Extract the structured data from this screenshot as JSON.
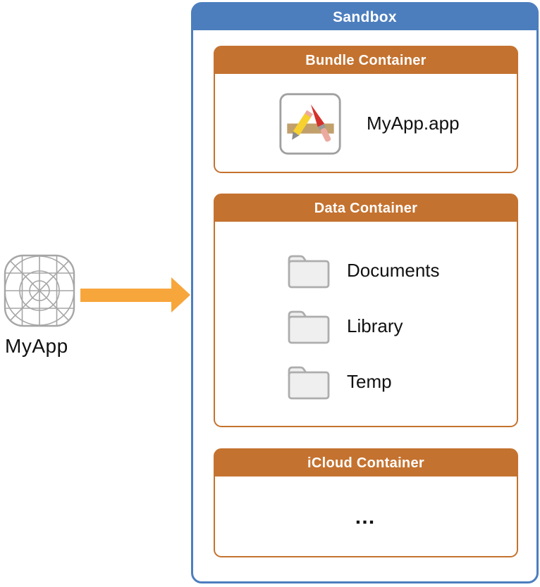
{
  "diagram": {
    "colors": {
      "sandbox_blue": "#4C7EBE",
      "container_orange": "#C4722F",
      "arrow_orange": "#F7A63C"
    },
    "app": {
      "label": "MyApp"
    },
    "icons": {
      "app_grid": "app-grid-wireframe-icon",
      "app_bundle": "xcode-app-icon",
      "folder": "folder-icon",
      "arrow": "right-arrow"
    },
    "sandbox": {
      "title": "Sandbox",
      "containers": {
        "bundle": {
          "title": "Bundle Container",
          "item": "MyApp.app"
        },
        "data": {
          "title": "Data Container",
          "folders": [
            "Documents",
            "Library",
            "Temp"
          ]
        },
        "icloud": {
          "title": "iCloud Container",
          "placeholder": "…"
        }
      }
    }
  }
}
